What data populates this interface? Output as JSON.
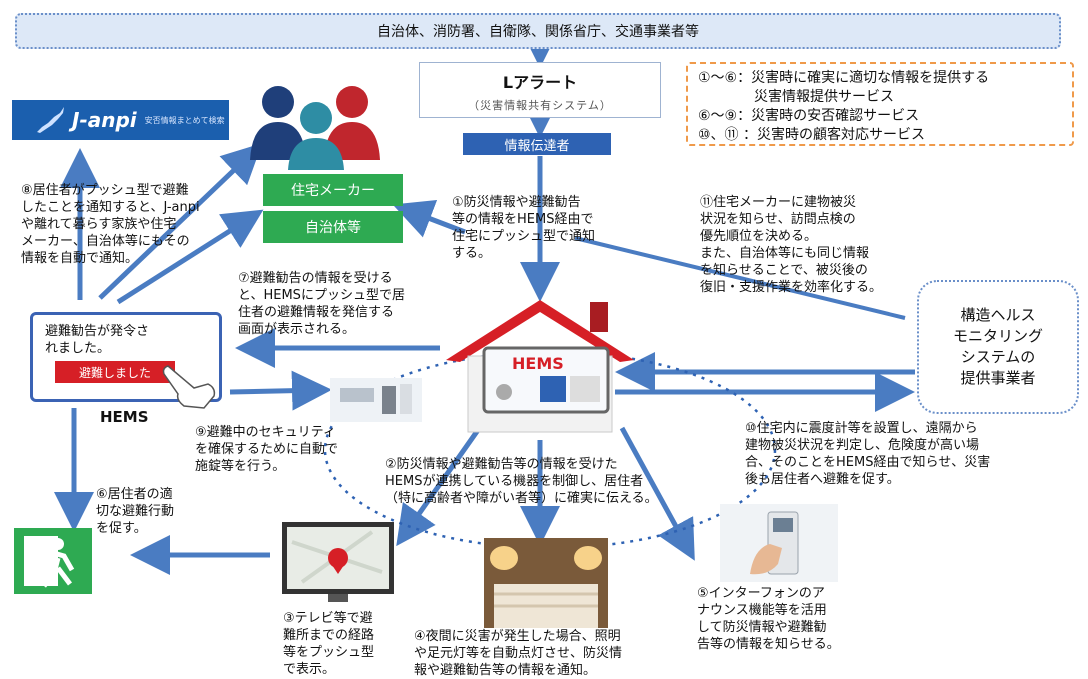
{
  "top_banner": "自治体、消防署、自衛隊、関係省庁、交通事業者等",
  "alert": {
    "title": "Lアラート",
    "subtitle": "（災害情報共有システム）"
  },
  "info_bar": "情報伝達者",
  "legend": [
    "①～⑥：災害時に確実に適切な情報を提供する",
    "　　　　災害情報提供サービス",
    "⑥～⑨：災害時の安否確認サービス",
    "⑩、⑪ ：災害時の顧客対応サービス"
  ],
  "janpi": {
    "logo": "J-anpi",
    "tagline": "安否情報まとめて検索"
  },
  "housing_maker": "住宅メーカー",
  "municipality": "自治体等",
  "provider": "構造ヘルス\nモニタリング\nシステムの\n提供事業者",
  "hems_panel": {
    "message": "避難勧告が発令さ\nれました。",
    "button": "避難しました",
    "caption": "HEMS"
  },
  "house_label": "HEMS",
  "notes": {
    "n1": "①防災情報や避難勧告\n等の情報をHEMS経由で\n住宅にプッシュ型で通知\nする。",
    "n2": "②防災情報や避難勧告等の情報を受けた\nHEMSが連携している機器を制御し、居住者\n（特に高齢者や障がい者等）に確実に伝える。",
    "n3": "③テレビ等で避\n難所までの経路\n等をプッシュ型\nで表示。",
    "n4": "④夜間に災害が発生した場合、照明\nや足元灯等を自動点灯させ、防災情\n報や避難勧告等の情報を通知。",
    "n5": "⑤インターフォンのア\nナウンス機能等を活用\nして防災情報や避難勧\n告等の情報を知らせる。",
    "n6": "⑥居住者の適\n切な避難行動\nを促す。",
    "n7": "⑦避難勧告の情報を受ける\nと、HEMSにプッシュ型で居\n住者の避難情報を発信する\n画面が表示される。",
    "n8": "⑧居住者がプッシュ型で避難\nしたことを通知すると、J-anpi\nや離れて暮らす家族や住宅\nメーカー、自治体等にもその\n情報を自動で通知。",
    "n9": "⑨避難中のセキュリティ\nを確保するために自動で\n施錠等を行う。",
    "n10": "⑩住宅内に震度計等を設置し、遠隔から\n建物被災状況を判定し、危険度が高い場\n合、そのことをHEMS経由で知らせ、災害\n後も居住者へ避難を促す。",
    "n11": "⑪住宅メーカーに建物被災\n状況を知らせ、訪問点検の\n優先順位を決める。\nまた、自治体等にも同じ情報\nを知らせることで、被災後の\n復旧・支援作業を効率化する。"
  },
  "colors": {
    "arrow": "#4a7cc2",
    "accent_blue": "#2e62b3",
    "green": "#2eaa52",
    "red": "#d61f26",
    "legend_border": "#ef9a4a"
  }
}
